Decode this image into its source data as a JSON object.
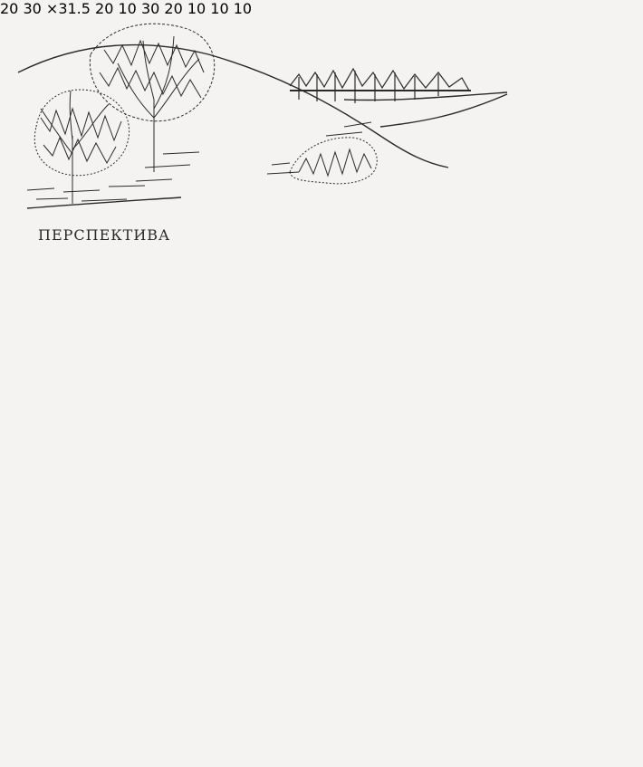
{
  "perspective": {
    "title": "ПЕРСПЕКТИВА"
  },
  "topo_sketch": {
    "contour_labels": {
      "c20_top": "20",
      "c30": "30",
      "c20_bottom": "20",
      "c10": "10"
    },
    "spot_height": "31.5"
  },
  "profile": {
    "elevation_ticks": [
      "30",
      "20",
      "10"
    ],
    "interval_labels": [
      "10",
      "10"
    ]
  },
  "colors": {
    "ink": "#2a2a2a",
    "paper": "#f4f3f1"
  }
}
